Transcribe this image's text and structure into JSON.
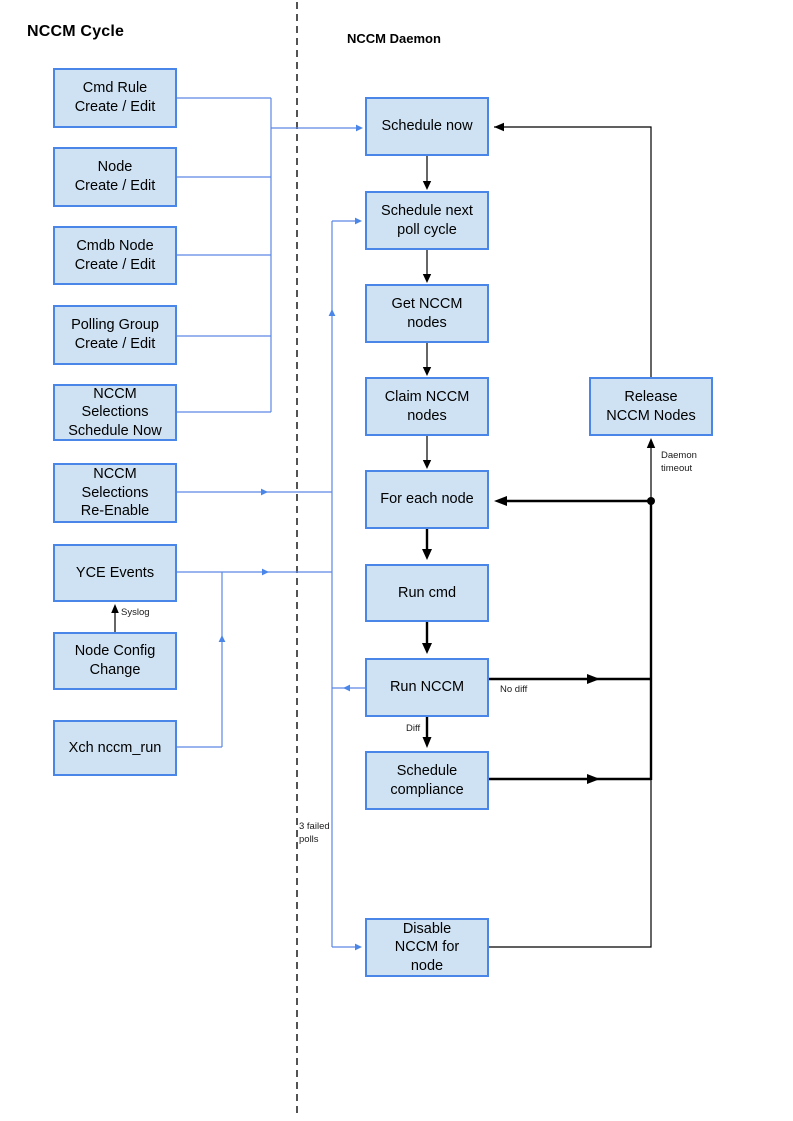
{
  "titles": {
    "cycle": "NCCM Cycle",
    "daemon": "NCCM Daemon"
  },
  "cycle_nodes": [
    {
      "label": "Cmd Rule\nCreate / Edit"
    },
    {
      "label": "Node\nCreate / Edit"
    },
    {
      "label": "Cmdb Node\nCreate / Edit"
    },
    {
      "label": "Polling Group\nCreate / Edit"
    },
    {
      "label": "NCCM\nSelections\nSchedule Now"
    },
    {
      "label": "NCCM\nSelections\nRe-Enable"
    },
    {
      "label": "YCE Events"
    },
    {
      "label": "Node Config\nChange"
    },
    {
      "label": "Xch nccm_run"
    }
  ],
  "daemon_nodes": [
    {
      "label": "Schedule now"
    },
    {
      "label": "Schedule next\npoll cycle"
    },
    {
      "label": "Get NCCM\nnodes"
    },
    {
      "label": "Claim NCCM\nnodes"
    },
    {
      "label": "For each node"
    },
    {
      "label": "Run cmd"
    },
    {
      "label": "Run NCCM"
    },
    {
      "label": "Schedule\ncompliance"
    },
    {
      "label": "Disable\nNCCM for\nnode"
    },
    {
      "label": "Release\nNCCM Nodes"
    }
  ],
  "edge_labels": {
    "syslog": "Syslog",
    "failed_polls": "3 failed\npolls",
    "daemon_timeout": "Daemon\ntimeout",
    "no_diff": "No diff",
    "diff": "Diff"
  },
  "colors": {
    "node_fill": "#cfe2f3",
    "node_border": "#4a86e8",
    "connector_blue": "#5c87e5",
    "connector_black": "#000000",
    "background": "#ffffff"
  }
}
